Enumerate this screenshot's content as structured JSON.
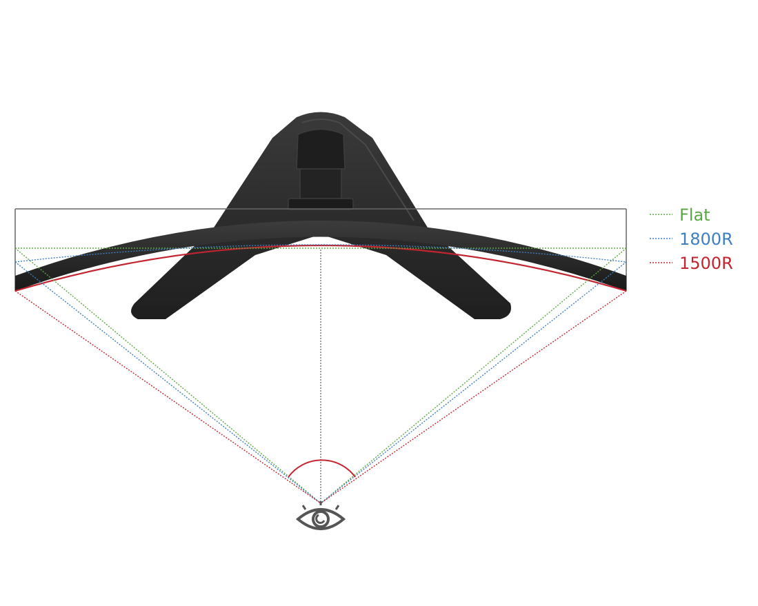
{
  "legend": {
    "flat": {
      "label": "Flat",
      "color": "#5aa843"
    },
    "r1800": {
      "label": "1800R",
      "color": "#3d7fc2"
    },
    "r1500": {
      "label": "1500R",
      "color": "#c3242f"
    }
  },
  "colors": {
    "stand": "#2b2b2b",
    "stand_highlight": "#4a4a4a",
    "panel": "#2a2a2a",
    "frame_line": "#555555",
    "center_line": "#777777",
    "eye": "#555555"
  },
  "icons": {
    "viewer": "eye-icon"
  }
}
